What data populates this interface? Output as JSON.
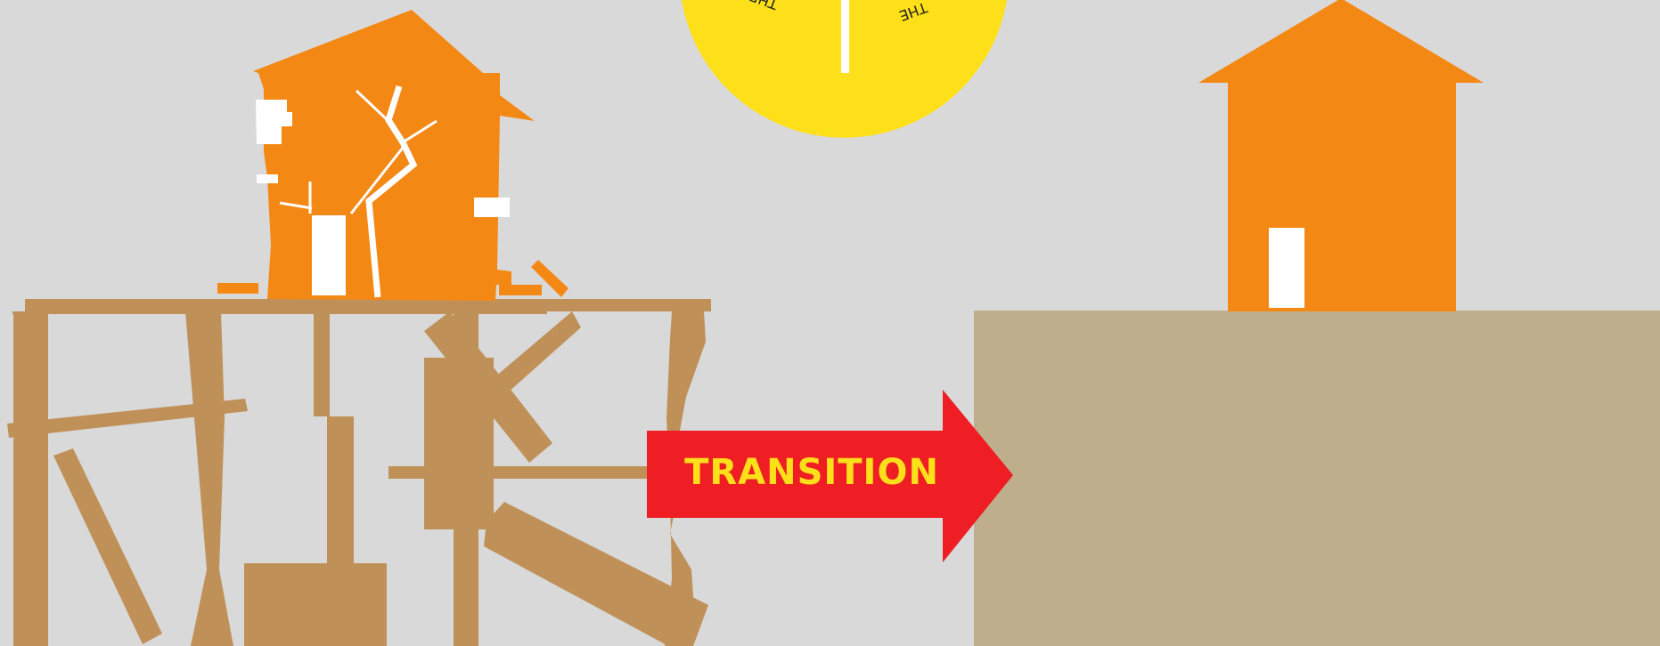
{
  "colors": {
    "background": "#d9d9d9",
    "house": "#f48815",
    "house_window": "#ffffff",
    "scaffold_wood": "#bf9158",
    "ground": "#bfae8b",
    "sun": "#fee01a",
    "arrow": "#ee1e24",
    "arrow_text": "#fee01a",
    "sun_text": "#222222"
  },
  "sun": {
    "text_left": "THE",
    "text_right": "THE"
  },
  "arrow": {
    "label": "TRANSITION"
  }
}
